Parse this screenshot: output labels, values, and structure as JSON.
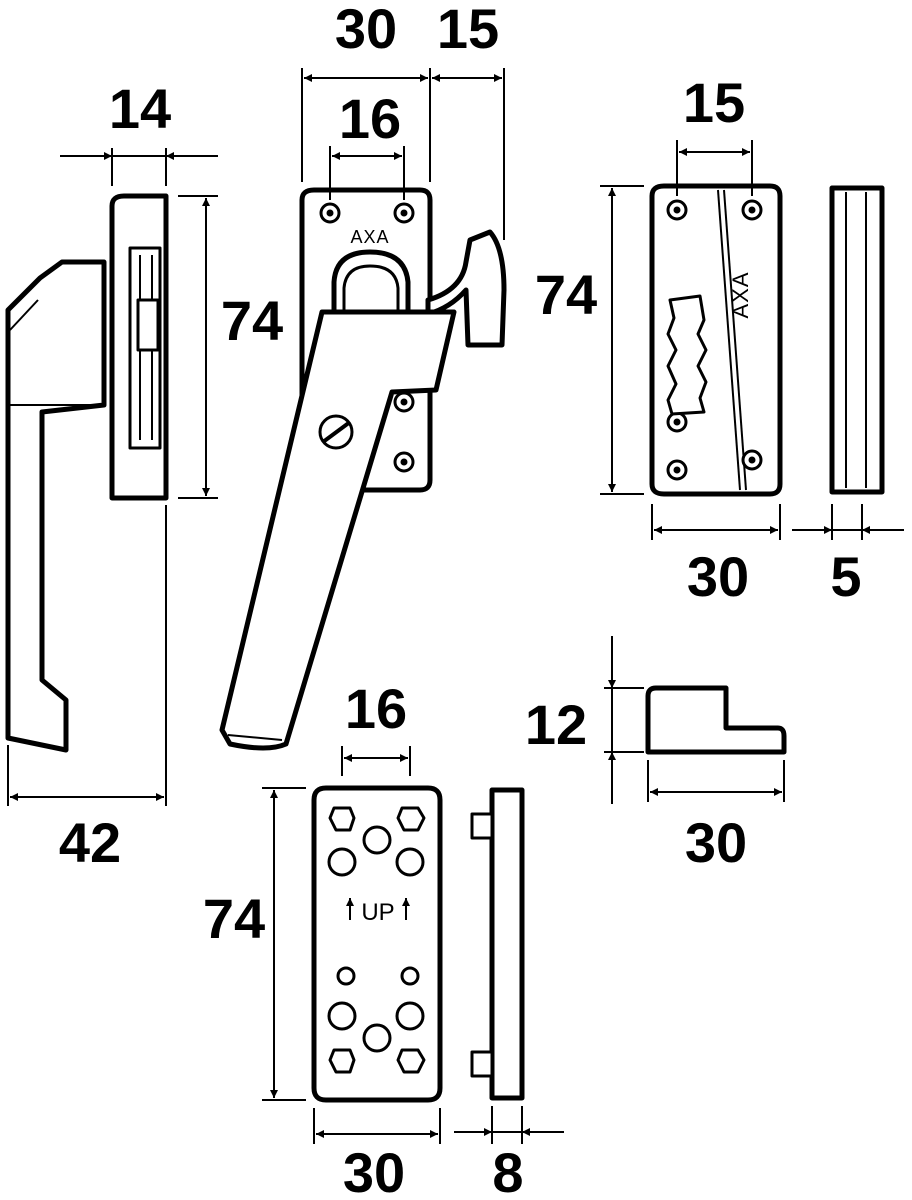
{
  "brand": {
    "handle_plate": "AXA",
    "keeper_plate": "AXA"
  },
  "mounting_plate_label": "UP",
  "dimensions": {
    "handle_width": "42",
    "handle_depth": "14",
    "handle_height": "74",
    "handle_plate_width": "30",
    "hook_reach": "15",
    "handle_hole_spacing": "16",
    "keeper_height": "74",
    "keeper_hole_spacing": "15",
    "keeper_width": "30",
    "keeper_thickness": "5",
    "block_height": "12",
    "block_width": "30",
    "mount_hole_spacing": "16",
    "mount_height": "74",
    "mount_width": "30",
    "mount_thickness": "8"
  }
}
